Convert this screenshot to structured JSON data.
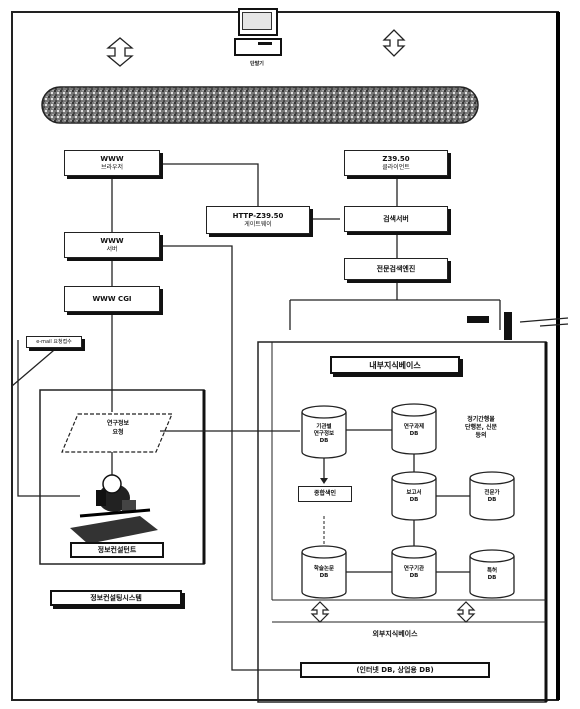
{
  "top": {
    "terminal_label": "단말기"
  },
  "banner": {
    "text": ""
  },
  "left": {
    "www_browser": {
      "title": "WWW",
      "sub": "브라우저"
    },
    "www_server": {
      "title": "WWW",
      "sub": "서버"
    },
    "www_cgi": {
      "title": "WWW CGI"
    },
    "email_tag": "e-mail 요청접수",
    "request_form": {
      "line1": "연구정보",
      "line2": "요청"
    },
    "desk_label": "정보컨설턴트",
    "system_caption": "정보컨설팅시스템"
  },
  "gateway": {
    "title": "HTTP-Z39.50",
    "sub": "게이트웨이"
  },
  "right": {
    "z3950": {
      "title": "Z39.50",
      "sub": "클라이언트"
    },
    "search_server": {
      "title": "검색서버"
    },
    "engine": {
      "title": "전문검색엔진"
    }
  },
  "internal": {
    "title": "내부지식베이스",
    "cylinders": [
      {
        "line1": "기관별",
        "line2": "연구정보",
        "line3": "DB"
      },
      {
        "line1": "연구과제",
        "line2": "DB"
      },
      {
        "line1": "보고서",
        "line2": "DB"
      },
      {
        "line1": "전문가",
        "line2": "DB"
      },
      {
        "line1": "학술논문",
        "line2": "DB"
      },
      {
        "line1": "연구기관",
        "line2": "DB"
      },
      {
        "line1": "특허",
        "line2": "DB"
      }
    ],
    "note": {
      "line1": "정기간행물",
      "line2": "단행본, 신문",
      "line3": "등의"
    },
    "index_box": "종합색인",
    "external_title": "외부지식베이스",
    "external_sub": "(인터넷 DB, 상업용 DB)"
  }
}
